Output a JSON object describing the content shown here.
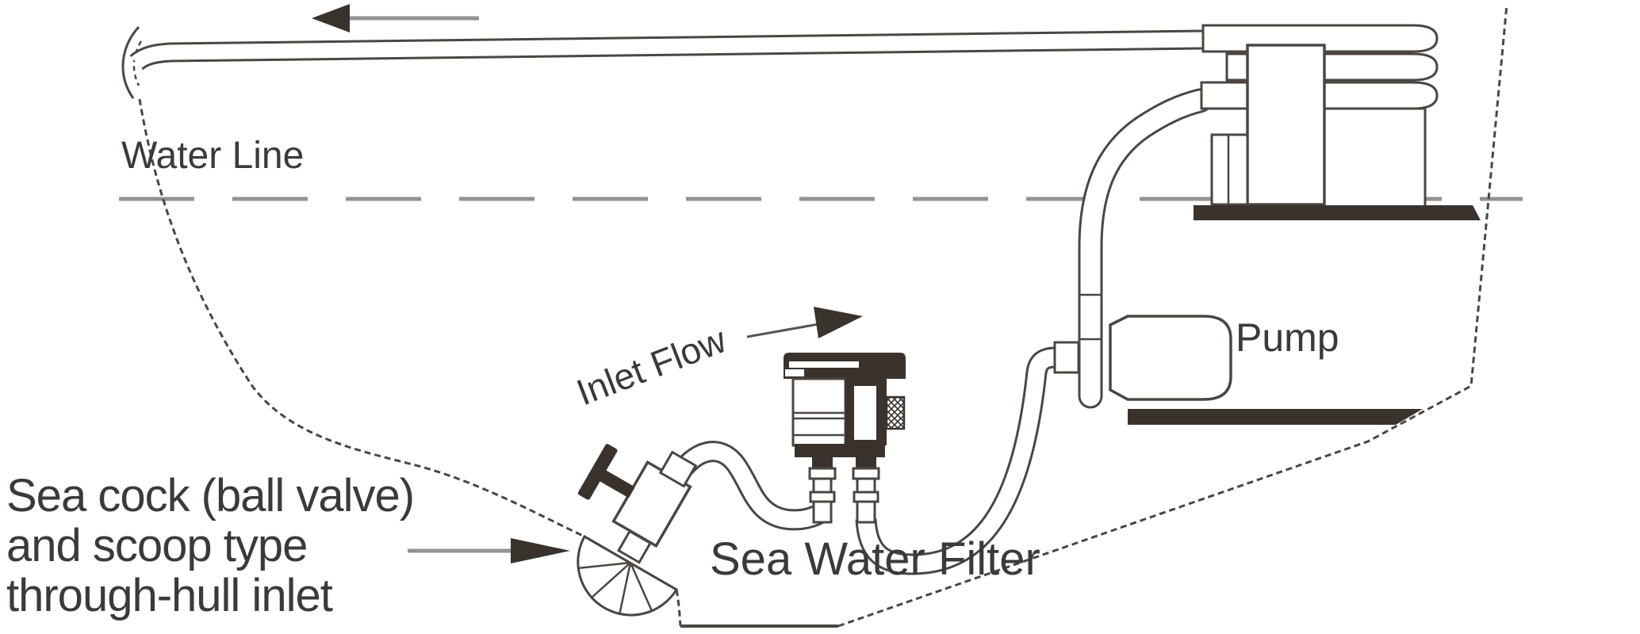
{
  "diagram": {
    "title_hint": "Marine engine raw water intake system diagram",
    "labels": {
      "water_line": "Water Line",
      "inlet_flow": "Inlet Flow",
      "pump": "Pump",
      "sea_water_filter": "Sea Water Filter",
      "sea_cock_line1": "Sea cock (ball valve)",
      "sea_cock_line2": "and scoop type",
      "sea_cock_line3": "through-hull inlet"
    },
    "icons": {
      "discharge_arrow": "arrow-left",
      "inlet_flow_arrow": "arrow-right",
      "intake_arrow": "arrow-right"
    },
    "colors": {
      "background": "#ffffff",
      "line": "#4b4642",
      "dark": "#39322d",
      "gray": "#929292",
      "text": "#3d3938",
      "shaft": "#5a5350"
    }
  }
}
